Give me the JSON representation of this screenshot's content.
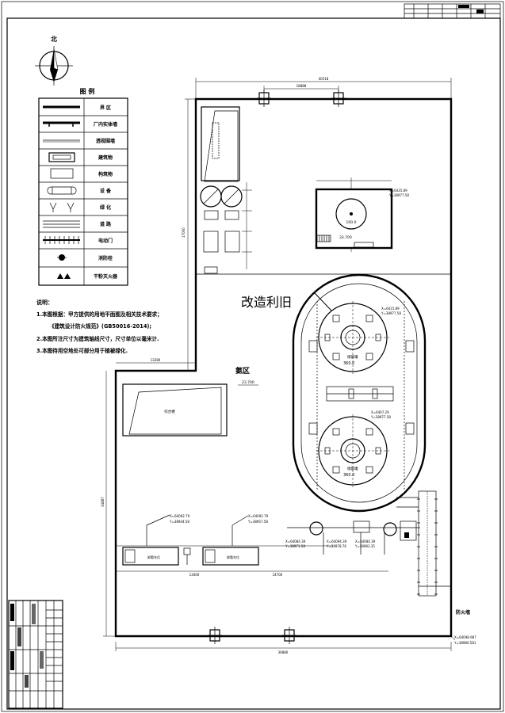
{
  "north_label": "北",
  "legend": {
    "title": "图 例",
    "items": [
      "界 区",
      "厂内实体墙",
      "透视围墙",
      "建筑物",
      "构筑物",
      "设 备",
      "绿 化",
      "道 路",
      "电动门",
      "消防栓",
      "干粉灭火器"
    ]
  },
  "notes": {
    "heading": "说明：",
    "lines": [
      "1.本图根据：甲方提供的用地平面图及相关技术要求；",
      "《建筑设计防火规范》(GB50016-2014);",
      "2.本图所注尺寸为建筑轴线尺寸，尺寸单位以毫米计.",
      "3.本图待用空地处可部分用于植被绿化."
    ]
  },
  "zones": {
    "renovate": "改造利旧",
    "ammonia": "氨区"
  },
  "elevations": {
    "ammonia": "23.700",
    "top_tank": "33.700"
  },
  "tanks": {
    "top_label": "100.0",
    "upper_elev": "360.0",
    "lower_elev": "360.0"
  },
  "coords": {
    "top_tank_x": "X=6435.89",
    "top_tank_y": "Y=38977.58",
    "upper_x": "X=6415.89",
    "upper_y": "Y=38977.58",
    "lower_x": "X=6407.29",
    "lower_y": "Y=38977.58",
    "left1_x": "X=64092.79",
    "left1_y": "Y=38944.58",
    "left2_x": "X=64092.79",
    "left2_y": "Y=38957.58",
    "b1_x": "X=64084.39",
    "b1_y": "Y=38971.58",
    "b2_x": "X=64094.39",
    "b2_y": "Y=38978.76",
    "b3_x": "X=64084.39",
    "b3_y": "Y=38983.35",
    "corner_x": "X=64098.987",
    "corner_y": "Y=38980.581"
  },
  "fire_wall": "防火墙",
  "dims": {
    "top_total": "40518",
    "top_mid": "18888",
    "bottom_total": "36880",
    "bottom_a": "13000",
    "bottom_b": "14700",
    "left_upper": "17000",
    "left_lower": "34887",
    "mid_left": "13280"
  }
}
